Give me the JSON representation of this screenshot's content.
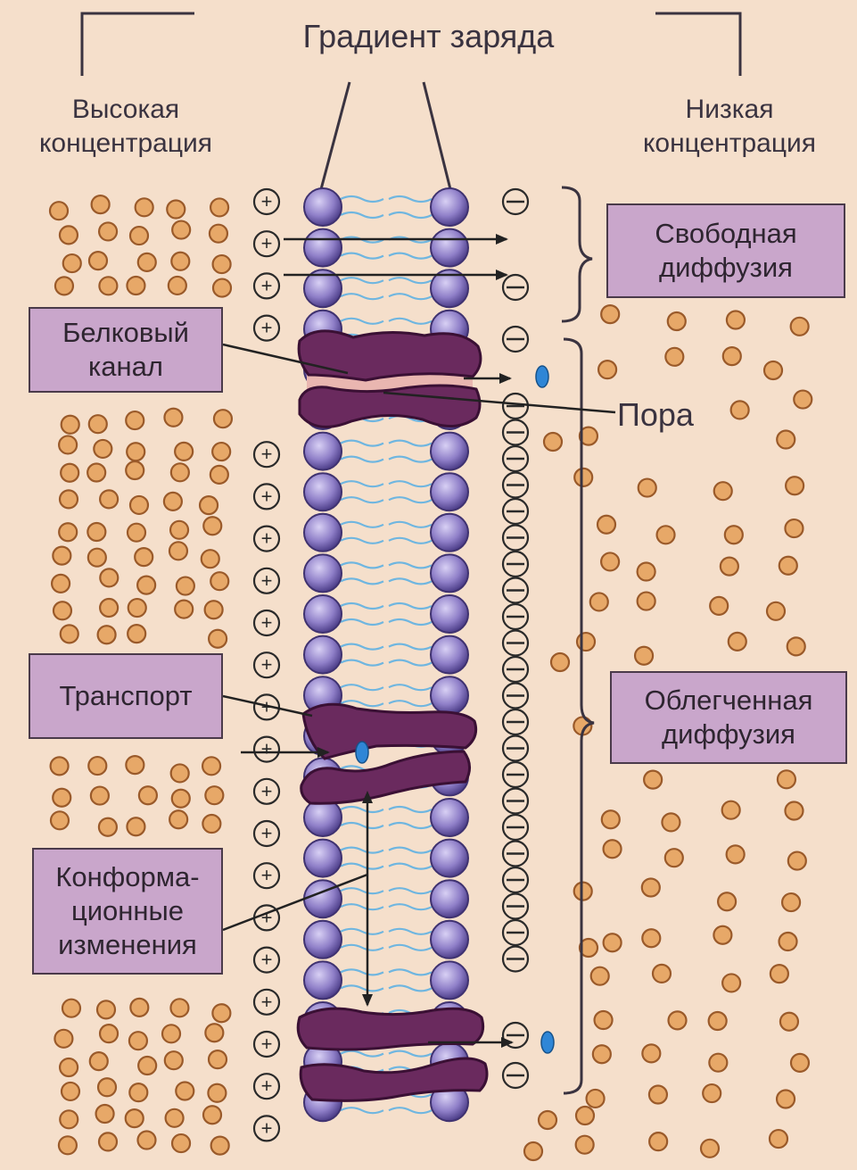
{
  "title": "Градиент заряда",
  "left_concentration": [
    "Высокая",
    "концентрация"
  ],
  "right_concentration": [
    "Низкая",
    "концентрация"
  ],
  "pore_label": "Пора",
  "boxes": {
    "protein_channel": [
      "Белковый",
      "канал"
    ],
    "transport": [
      "Транспорт"
    ],
    "conformational": [
      "Конформа-",
      "ционные",
      "изменения"
    ],
    "free_diffusion": [
      "Свободная",
      "диффузия"
    ],
    "facilitated_diffusion": [
      "Облегченная",
      "диффузия"
    ]
  },
  "charges": {
    "positive_symbol": "+",
    "negative_symbol": "−"
  },
  "colors": {
    "background": "#f5dfcb",
    "particle_fill": "#e7a868",
    "particle_stroke": "#9a5a2a",
    "lipid_head": "#8f7fc8",
    "lipid_tail": "#6fb6e0",
    "protein": "#6a2a5e",
    "ion": "#2f86d6",
    "label_box": "#c9a6cb"
  }
}
